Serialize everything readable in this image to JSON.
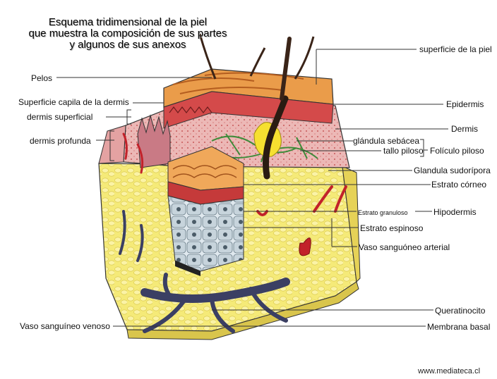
{
  "title": {
    "line1": "Esquema tridimensional de la piel",
    "line2": "que muestra la composición de sus partes",
    "line3": "y algunos de sus anexos"
  },
  "labels": {
    "left": {
      "pelos": "Pelos",
      "superficie_capilar": "Superficie capila de la dermis",
      "dermis_superficial": "dermis superficial",
      "dermis_profunda": "dermis profunda",
      "vaso_venoso": "Vaso sanguíneo venoso"
    },
    "right": {
      "superficie_piel": "superficie de la piel",
      "epidermis": "Epidermis",
      "dermis": "Dermis",
      "glandula_sebacea": "glándula sebácea",
      "tallo_piloso": "tallo piloso",
      "foliculo_piloso": "Folículo piloso",
      "glandula_sudoripara": "Glandula sudorípora",
      "estrato_corneo": "Estrato córneo",
      "estrato_granuloso": "Estrato granuloso",
      "hipodermis": "Hipodermis",
      "estrato_espinoso": "Estrato espinoso",
      "vaso_arterial": "Vaso sanguóneo arterial",
      "queratinocito": "Queratinocito",
      "membrana_basal": "Membrana basal"
    }
  },
  "credit": "www.mediateca.cl",
  "colors": {
    "hypodermis_fat": "#f2e56a",
    "epidermis_top": "#e9a04a",
    "dermis_pink": "#e7a7a7",
    "vein_blue": "#3b3f63",
    "artery_red": "#c2222a",
    "hair_dark": "#3a2418"
  }
}
